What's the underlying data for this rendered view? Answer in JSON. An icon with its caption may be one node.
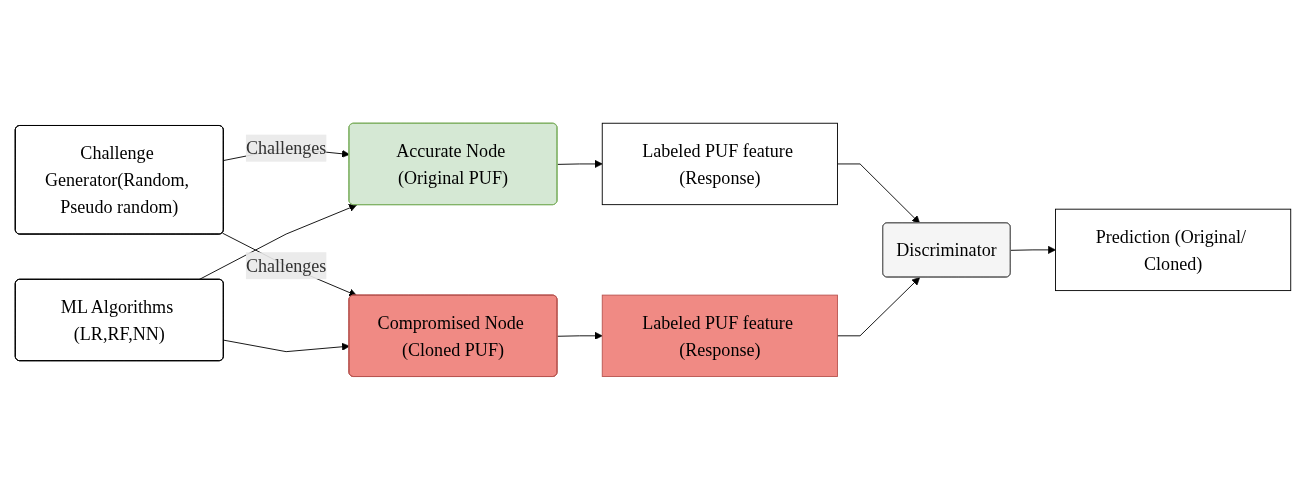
{
  "diagram": {
    "nodes": [
      {
        "text": [
          "Challenge Generator(Random, Pseudo random)"
        ]
      },
      {
        "text": [
          "Accurate Node (Original PUF)"
        ]
      },
      {
        "text": [
          "ML Algorithms (LR,RF,NN)"
        ]
      },
      {
        "text": [
          "Compromised Node (Cloned PUF)"
        ]
      },
      {
        "text": [
          "Labeled PUF feature (Response)"
        ]
      },
      {
        "text": [
          "Labeled PUF feature (Response)"
        ]
      },
      {
        "text": [
          "Discriminator"
        ]
      },
      {
        "text": [
          "Prediction (Original/ Cloned)"
        ]
      }
    ],
    "edges": [
      {
        "from": 0,
        "to": 1,
        "arrow": "to",
        "label": "Challenges"
      },
      {
        "from": 0,
        "to": 3,
        "arrow": "to",
        "label": "Challenges"
      },
      {
        "from": 2,
        "to": 1,
        "arrow": "to"
      },
      {
        "from": 2,
        "to": 3,
        "arrow": "to"
      },
      {
        "from": 1,
        "to": 4,
        "arrow": "to"
      },
      {
        "from": 3,
        "to": 5,
        "arrow": "to"
      },
      {
        "from": 4,
        "to": 6,
        "arrow": "to"
      },
      {
        "from": 5,
        "to": 6,
        "arrow": "to"
      },
      {
        "from": 6,
        "to": 7,
        "arrow": "to"
      }
    ]
  }
}
